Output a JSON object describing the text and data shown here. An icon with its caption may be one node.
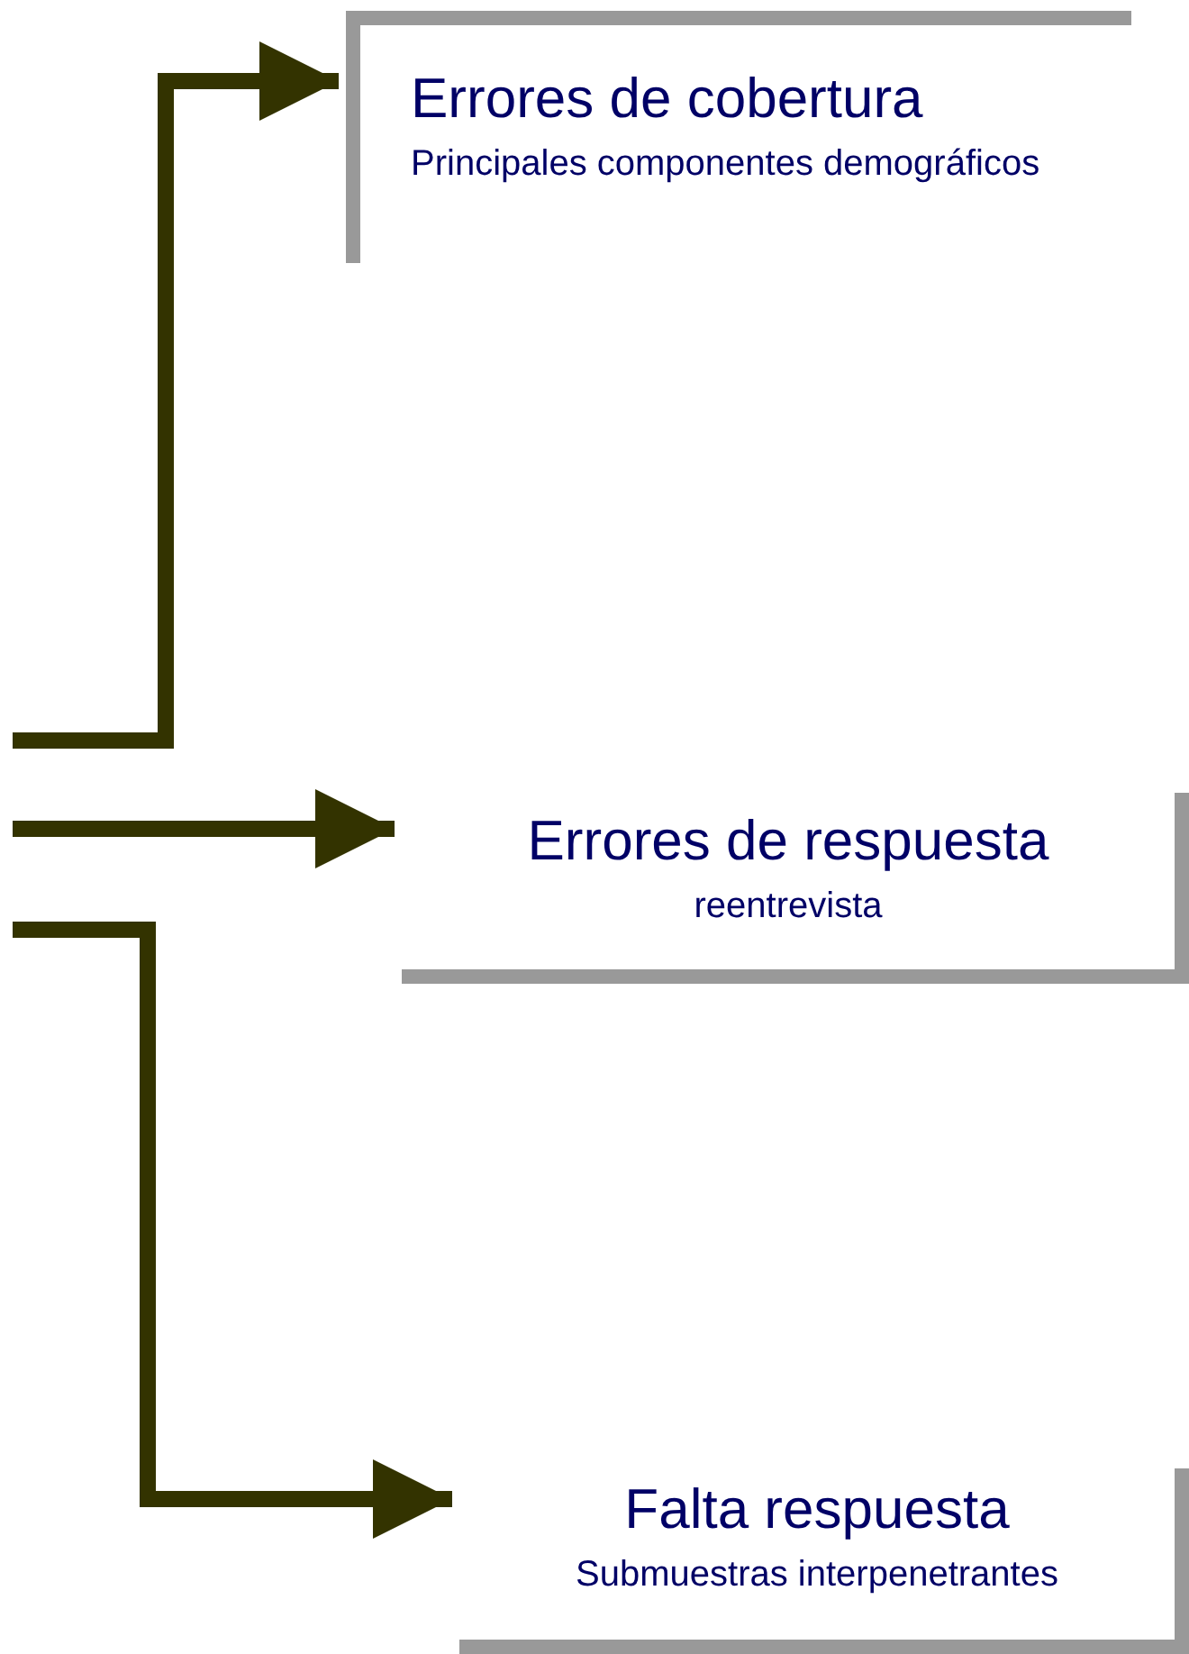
{
  "diagram": {
    "nodes": [
      {
        "text": [
          "Errores de cobertura",
          "Principales componentes demográficos"
        ]
      },
      {
        "text": [
          "Errores de respuesta",
          "reentrevista"
        ]
      },
      {
        "text": [
          "Falta respuesta",
          "Submuestras interpenetrantes"
        ]
      }
    ],
    "edges": [
      {
        "from": null,
        "to": 0,
        "arrow": "to"
      },
      {
        "from": null,
        "to": 1,
        "arrow": "to"
      },
      {
        "from": null,
        "to": 2,
        "arrow": "to"
      }
    ]
  }
}
